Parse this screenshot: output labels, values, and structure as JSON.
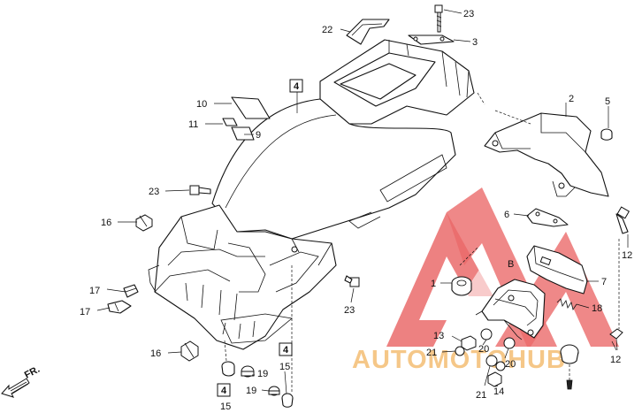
{
  "callouts": {
    "c1": "1",
    "c2": "2",
    "c3": "3",
    "c4a": "4",
    "c4b": "4",
    "c4c": "4",
    "c5": "5",
    "c6": "6",
    "c7": "7",
    "c9": "9",
    "c10": "10",
    "c11": "11",
    "c12a": "12",
    "c12b": "12",
    "c13": "13",
    "c14": "14",
    "c15a": "15",
    "c15b": "15",
    "c16a": "16",
    "c16b": "16",
    "c17a": "17",
    "c17b": "17",
    "c18": "18",
    "c19a": "19",
    "c19b": "19",
    "c20a": "20",
    "c20b": "20",
    "c21a": "21",
    "c21b": "21",
    "c22": "22",
    "c23a": "23",
    "c23b": "23",
    "c23c": "23",
    "cB": "B"
  },
  "direction": {
    "label": "FR."
  },
  "watermark": {
    "text": "AUTOMOTOHUB",
    "colors": {
      "red": "#e85a5a",
      "orange": "#f2b25a"
    }
  }
}
